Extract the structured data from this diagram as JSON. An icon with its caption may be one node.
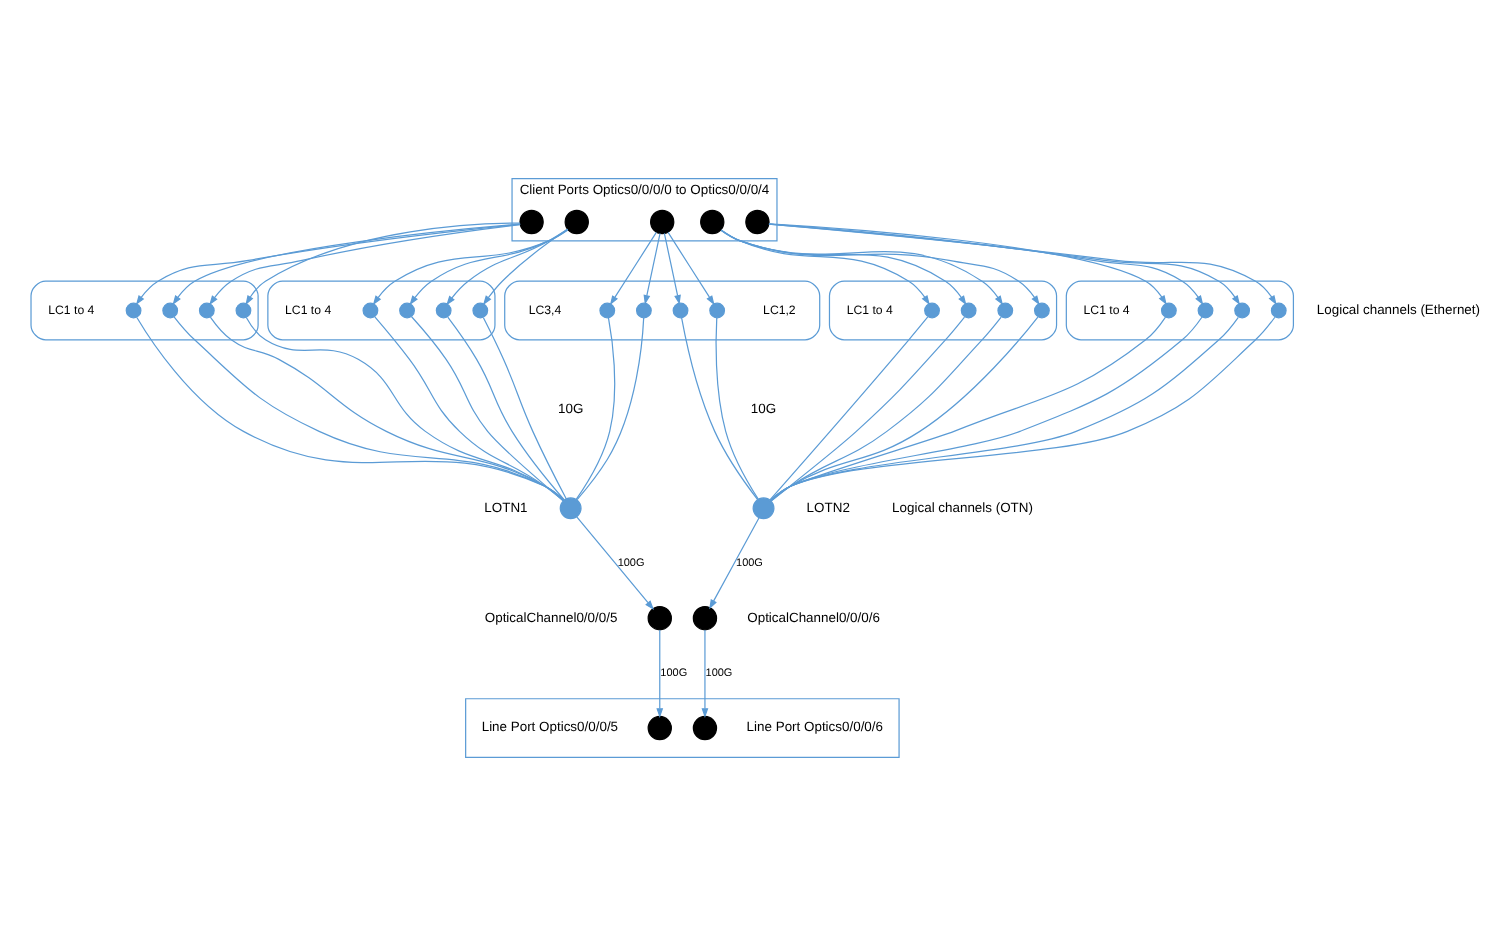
{
  "diagram": {
    "nodes": [
      {
        "text": [
          "Client Ports Optics0/0/0/0 to Optics0/0/0/4"
        ]
      },
      {
        "text": [],
        "shape": "circle",
        "in": 0
      },
      {
        "text": [],
        "shape": "circle",
        "in": 0
      },
      {
        "text": [],
        "shape": "circle",
        "in": 0
      },
      {
        "text": [],
        "shape": "circle",
        "in": 0
      },
      {
        "text": [],
        "shape": "circle",
        "in": 0
      },
      {
        "text": [],
        "shape": "box",
        "beside": [
          "LC1 to 4"
        ]
      },
      {
        "text": [],
        "shape": "box",
        "beside": [
          "LC1 to 4"
        ]
      },
      {
        "text": [],
        "shape": "box",
        "beside": [
          "LC3,4",
          "LC1,2"
        ]
      },
      {
        "text": [],
        "shape": "box",
        "beside": [
          "LC1 to 4"
        ]
      },
      {
        "text": [],
        "shape": "box",
        "beside": [
          "LC1 to 4"
        ]
      },
      {
        "text": [],
        "shape": "circle",
        "in": 6
      },
      {
        "text": [],
        "shape": "circle",
        "in": 6
      },
      {
        "text": [],
        "shape": "circle",
        "in": 6
      },
      {
        "text": [],
        "shape": "circle",
        "in": 6
      },
      {
        "text": [],
        "shape": "circle",
        "in": 7
      },
      {
        "text": [],
        "shape": "circle",
        "in": 7
      },
      {
        "text": [],
        "shape": "circle",
        "in": 7
      },
      {
        "text": [],
        "shape": "circle",
        "in": 7
      },
      {
        "text": [],
        "shape": "circle",
        "in": 8
      },
      {
        "text": [],
        "shape": "circle",
        "in": 8
      },
      {
        "text": [],
        "shape": "circle",
        "in": 8
      },
      {
        "text": [],
        "shape": "circle",
        "in": 8
      },
      {
        "text": [],
        "shape": "circle",
        "in": 9
      },
      {
        "text": [],
        "shape": "circle",
        "in": 9
      },
      {
        "text": [],
        "shape": "circle",
        "in": 9
      },
      {
        "text": [],
        "shape": "circle",
        "in": 9
      },
      {
        "text": [],
        "shape": "circle",
        "in": 10
      },
      {
        "text": [],
        "shape": "circle",
        "in": 10
      },
      {
        "text": [],
        "shape": "circle",
        "in": 10
      },
      {
        "text": [],
        "shape": "circle",
        "in": 10
      },
      {
        "text": [],
        "shape": "circle",
        "beside": [
          "LOTN1"
        ]
      },
      {
        "text": [],
        "shape": "circle",
        "beside": [
          "LOTN2"
        ]
      },
      {
        "text": [],
        "shape": "circle",
        "beside": [
          "OpticalChannel0/0/0/5"
        ]
      },
      {
        "text": [],
        "shape": "circle",
        "beside": [
          "OpticalChannel0/0/0/6"
        ]
      },
      {
        "text": [],
        "shape": "box"
      },
      {
        "text": [],
        "shape": "circle",
        "in": 35,
        "beside": [
          "Line Port Optics0/0/0/5"
        ]
      },
      {
        "text": [],
        "shape": "circle",
        "in": 35,
        "beside": [
          "Line Port Optics0/0/0/6"
        ]
      }
    ],
    "edges": [
      {
        "from": 1,
        "to": 11,
        "arrow": "to"
      },
      {
        "from": 1,
        "to": 12,
        "arrow": "to"
      },
      {
        "from": 1,
        "to": 13,
        "arrow": "to"
      },
      {
        "from": 1,
        "to": 14,
        "arrow": "to"
      },
      {
        "from": 2,
        "to": 15,
        "arrow": "to"
      },
      {
        "from": 2,
        "to": 16,
        "arrow": "to"
      },
      {
        "from": 2,
        "to": 17,
        "arrow": "to"
      },
      {
        "from": 2,
        "to": 18,
        "arrow": "to"
      },
      {
        "from": 3,
        "to": 19,
        "arrow": "to"
      },
      {
        "from": 3,
        "to": 20,
        "arrow": "to"
      },
      {
        "from": 3,
        "to": 21,
        "arrow": "to"
      },
      {
        "from": 3,
        "to": 22,
        "arrow": "to"
      },
      {
        "from": 4,
        "to": 23,
        "arrow": "to"
      },
      {
        "from": 4,
        "to": 24,
        "arrow": "to"
      },
      {
        "from": 4,
        "to": 25,
        "arrow": "to"
      },
      {
        "from": 4,
        "to": 26,
        "arrow": "to"
      },
      {
        "from": 5,
        "to": 27,
        "arrow": "to"
      },
      {
        "from": 5,
        "to": 28,
        "arrow": "to"
      },
      {
        "from": 5,
        "to": 29,
        "arrow": "to"
      },
      {
        "from": 5,
        "to": 30,
        "arrow": "to"
      },
      {
        "from": 11,
        "to": 31,
        "arrow": "none"
      },
      {
        "from": 12,
        "to": 31,
        "arrow": "none"
      },
      {
        "from": 13,
        "to": 31,
        "arrow": "none"
      },
      {
        "from": 14,
        "to": 31,
        "arrow": "none"
      },
      {
        "from": 15,
        "to": 31,
        "arrow": "none"
      },
      {
        "from": 16,
        "to": 31,
        "arrow": "none"
      },
      {
        "from": 17,
        "to": 31,
        "arrow": "none"
      },
      {
        "from": 18,
        "to": 31,
        "arrow": "none"
      },
      {
        "from": 19,
        "to": 31,
        "arrow": "none"
      },
      {
        "from": 20,
        "to": 31,
        "arrow": "none"
      },
      {
        "from": 21,
        "to": 32,
        "arrow": "none"
      },
      {
        "from": 22,
        "to": 32,
        "arrow": "none"
      },
      {
        "from": 23,
        "to": 32,
        "arrow": "none"
      },
      {
        "from": 24,
        "to": 32,
        "arrow": "none"
      },
      {
        "from": 25,
        "to": 32,
        "arrow": "none"
      },
      {
        "from": 26,
        "to": 32,
        "arrow": "none"
      },
      {
        "from": 27,
        "to": 32,
        "arrow": "none"
      },
      {
        "from": 28,
        "to": 32,
        "arrow": "none"
      },
      {
        "from": 29,
        "to": 32,
        "arrow": "none"
      },
      {
        "from": 30,
        "to": 32,
        "arrow": "none"
      },
      {
        "from": 31,
        "to": 33,
        "arrow": "to",
        "label": "100G"
      },
      {
        "from": 33,
        "to": 36,
        "arrow": "to",
        "label": "100G"
      },
      {
        "from": 32,
        "to": 34,
        "arrow": "to",
        "label": "100G"
      },
      {
        "from": 34,
        "to": 37,
        "arrow": "to",
        "label": "100G"
      }
    ],
    "labels": [
      "Logical channels (Ethernet)",
      "10G",
      "10G",
      "Logical channels (OTN)"
    ]
  }
}
